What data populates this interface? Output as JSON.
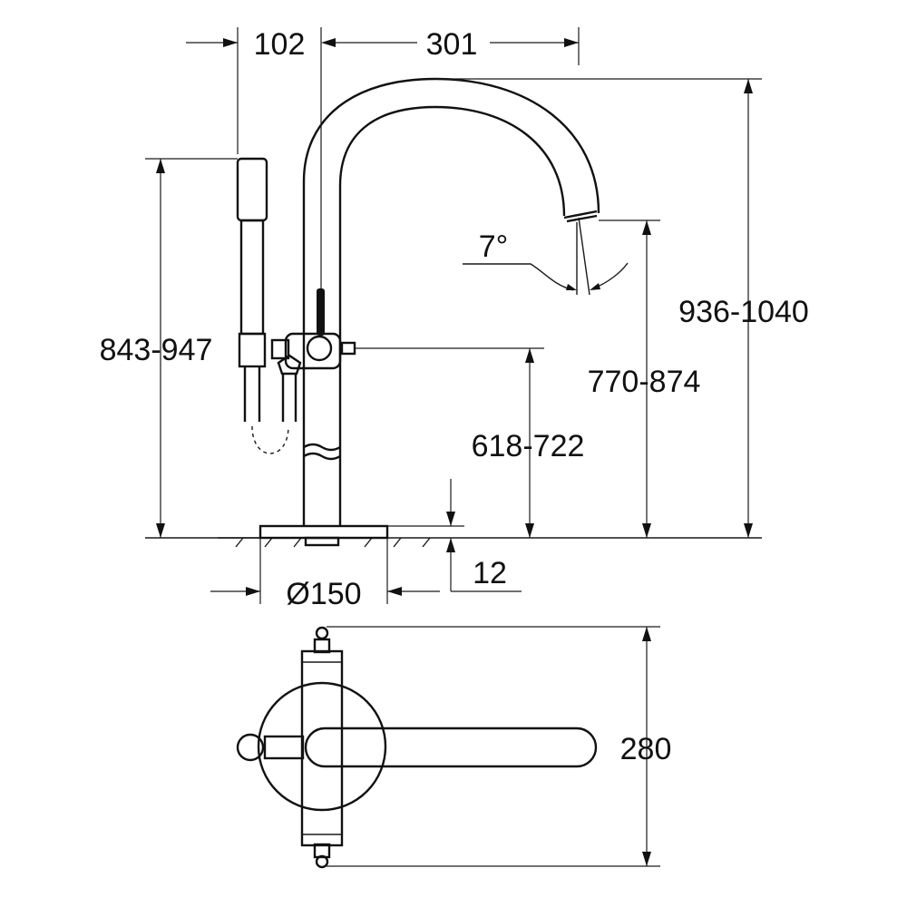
{
  "dimensions": {
    "handshower_offset": "102",
    "spout_reach": "301",
    "overall_height": "936-1040",
    "spout_outlet_height": "770-874",
    "handshower_height": "843-947",
    "handle_height": "618-722",
    "spout_angle": "7°",
    "floor_thickness": "12",
    "base_diameter": "Ø150",
    "top_view_width": "280"
  },
  "colors": {
    "line": "#111111",
    "background": "#ffffff"
  }
}
